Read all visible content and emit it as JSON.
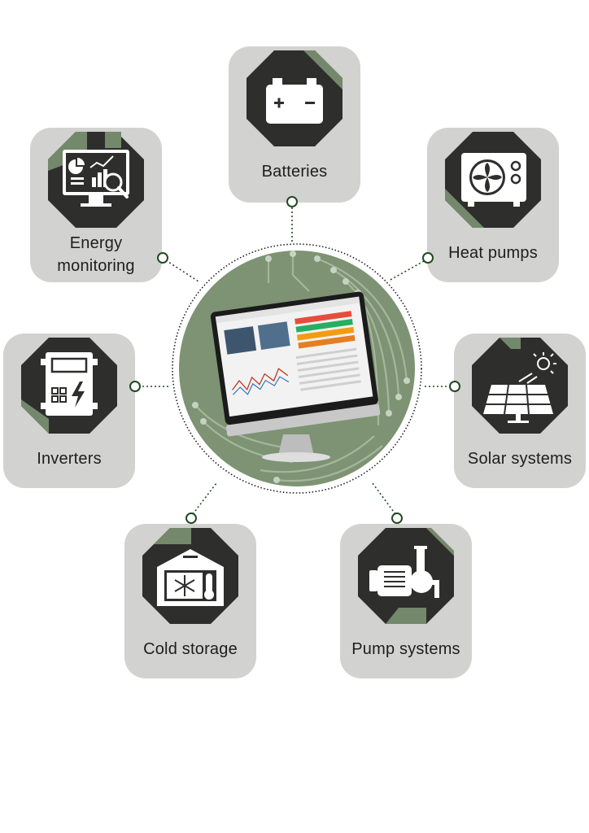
{
  "colors": {
    "card_bg": "#d2d2d1",
    "octagon_dark": "#2e2e2d",
    "octagon_accent": "#74886b",
    "hub_green": "#7d9373",
    "connector": "#214a22"
  },
  "nodes": [
    {
      "id": "batteries",
      "label": "Batteries",
      "icon": "battery-icon"
    },
    {
      "id": "heat-pumps",
      "label": "Heat pumps",
      "icon": "heat-pump-icon"
    },
    {
      "id": "solar-systems",
      "label": "Solar systems",
      "icon": "solar-panel-icon"
    },
    {
      "id": "pump-systems",
      "label": "Pump systems",
      "icon": "water-pump-icon"
    },
    {
      "id": "cold-storage",
      "label": "Cold storage",
      "icon": "cold-storage-icon"
    },
    {
      "id": "inverters",
      "label": "Inverters",
      "icon": "inverter-icon"
    },
    {
      "id": "energy-monitoring",
      "label_line1": "Energy",
      "label_line2": "monitoring",
      "icon": "monitoring-dashboard-icon"
    }
  ],
  "hub": {
    "icon": "monitor-dashboard-icon"
  }
}
